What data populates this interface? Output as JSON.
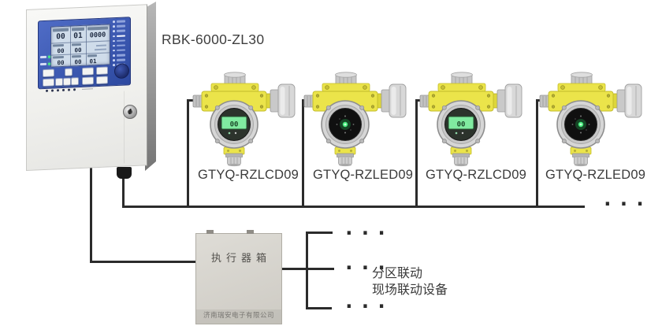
{
  "colors": {
    "wire": "#2b2b2b",
    "detector_yellow": "#ebe44a",
    "lcd_green": "#80eba0",
    "led_green": "#46ed7d",
    "panel_blue": "#3a55ae",
    "text_dark": "#3b3b3b"
  },
  "controller": {
    "model": "RBK-6000-ZL30",
    "lcd": {
      "r1c1": "00",
      "r1c2": "01",
      "r1c3": "0000",
      "r2c1": "00",
      "r2c2": "00",
      "r3c1": "00",
      "r3c2": "00",
      "r3c3": "01"
    }
  },
  "detectors": [
    {
      "label": "GTYQ-RZLCD09",
      "display": "lcd",
      "value": "00"
    },
    {
      "label": "GTYQ-RZLED09",
      "display": "led"
    },
    {
      "label": "GTYQ-RZLCD09",
      "display": "lcd",
      "value": "00"
    },
    {
      "label": "GTYQ-RZLED09",
      "display": "led"
    }
  ],
  "actuator_box": {
    "title": "执行器箱",
    "company": "济南瑞安电子有限公司"
  },
  "linkage": {
    "line1": "分区联动",
    "line2": "现场联动设备"
  },
  "wiring": {
    "ellipsis": "..."
  }
}
